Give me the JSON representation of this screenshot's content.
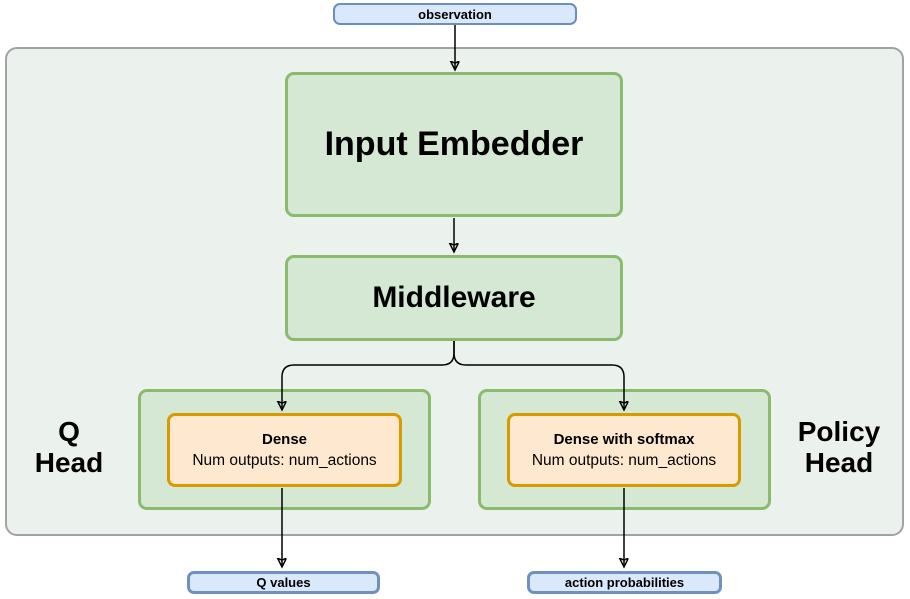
{
  "colors": {
    "outer_container_fill": "#ebf1ec",
    "outer_container_border": "#a2a2a2",
    "green_fill": "#d5e8d4",
    "green_border": "#8aba6c",
    "orange_fill": "#ffe8d0",
    "orange_border": "#d79b00",
    "blue_fill": "#dae8fc",
    "blue_border": "#6c8ebf",
    "arrow": "#000000"
  },
  "nodes": {
    "observation": {
      "label": "observation"
    },
    "input_embedder": {
      "label": "Input Embedder"
    },
    "middleware": {
      "label": "Middleware"
    },
    "q_head": {
      "side_label": [
        "Q",
        "Head"
      ],
      "dense": {
        "title": "Dense",
        "subtitle": "Num outputs: num_actions"
      },
      "output": {
        "label": "Q values"
      }
    },
    "policy_head": {
      "side_label": [
        "Policy",
        "Head"
      ],
      "dense": {
        "title": "Dense with softmax",
        "subtitle": "Num outputs: num_actions"
      },
      "output": {
        "label": "action probabilities"
      }
    }
  }
}
